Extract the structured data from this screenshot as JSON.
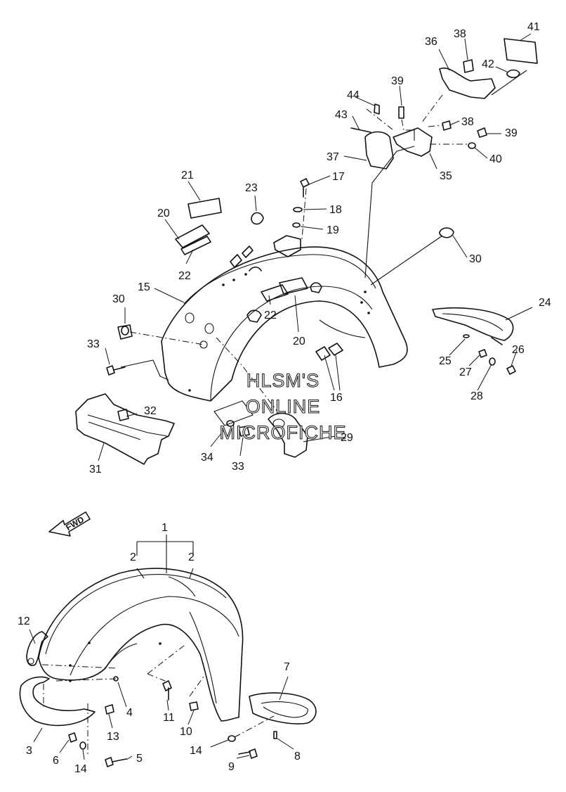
{
  "watermark": {
    "line1": "HLSM'S",
    "line2": "ONLINE",
    "line3": "MICROFICHE"
  },
  "direction_label": "FWD",
  "callouts": [
    "1",
    "2",
    "2",
    "3",
    "4",
    "5",
    "6",
    "7",
    "8",
    "9",
    "10",
    "11",
    "12",
    "13",
    "14",
    "14",
    "15",
    "16",
    "17",
    "18",
    "19",
    "20",
    "20",
    "21",
    "22",
    "22",
    "23",
    "24",
    "25",
    "26",
    "27",
    "28",
    "29",
    "30",
    "30",
    "31",
    "32",
    "33",
    "33",
    "34",
    "35",
    "36",
    "37",
    "38",
    "38",
    "39",
    "39",
    "40",
    "41",
    "42",
    "43",
    "44"
  ],
  "colors": {
    "ink": "#111111",
    "paper": "#ffffff"
  }
}
